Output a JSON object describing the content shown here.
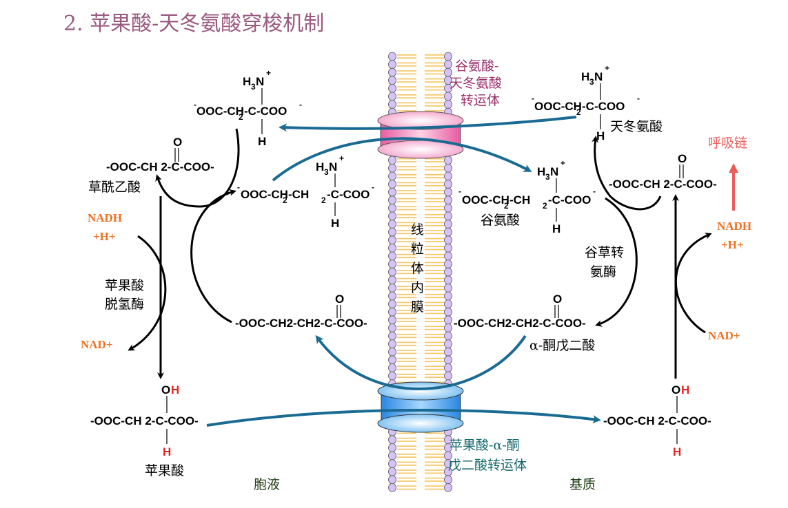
{
  "title": "2. 苹果酸-天冬氨酸穿梭机制",
  "colors": {
    "title": "#9a5a80",
    "transport_arrow": "#1a6b93",
    "nadh": "#f07020",
    "respiratory_chain": "#ee5a5a",
    "transporter_top_label": "#9a2f6a",
    "transporter_bottom_label": "#16696e",
    "lipid_head": "#d6c2f5",
    "lipid_tail": "#f7c86a",
    "transporter_top": "#f29bc6",
    "transporter_bottom": "#6ab8f0"
  },
  "membrane": {
    "label": [
      "线",
      "粒",
      "体",
      "内",
      "膜"
    ]
  },
  "transporters": {
    "top": {
      "label_lines": [
        "谷氨酸-",
        "天冬氨酸",
        "转运体"
      ]
    },
    "bottom": {
      "label_lines": [
        "苹果酸-α-酮",
        "戊二酸转运体"
      ]
    }
  },
  "compartments": {
    "cytosol": "胞液",
    "matrix": "基质"
  },
  "molecules": {
    "cyto_aspartate": {
      "top": "H3N+",
      "formula_left": "-OOC-CH2-",
      "formula_center": "C",
      "formula_right": "-COO-",
      "bottom": "H"
    },
    "cyto_oxaloacetate": {
      "top": "O",
      "formula": "-OOC-CH 2-C-COO-",
      "name": "草酰乙酸"
    },
    "cyto_glutamate": {
      "top": "H3N+",
      "formula": "-OOC-CH2-CH2-C-COO-",
      "bottom": "H"
    },
    "cyto_akg": {
      "top": "O",
      "formula": "-OOC-CH2-CH2-C-COO-"
    },
    "cyto_malate": {
      "top": "OH",
      "formula": "-OOC-CH 2-C-COO-",
      "bottom": "H",
      "name": "苹果酸"
    },
    "mat_aspartate": {
      "top": "H3N+",
      "formula": "-OOC-CH2-C-COO-",
      "bottom": "H",
      "name": "天冬氨酸"
    },
    "mat_oxaloacetate": {
      "top": "O",
      "formula": "-OOC-CH 2-C-COO-"
    },
    "mat_glutamate": {
      "top": "H3N+",
      "formula": "-OOC-CH2-CH2-C-COO-",
      "bottom": "H",
      "name": "谷氨酸"
    },
    "mat_akg": {
      "top": "O",
      "formula": "-OOC-CH2-CH2-C-COO-",
      "name": "α-酮戊二酸"
    },
    "mat_malate": {
      "top": "OH",
      "formula": "-OOC-CH 2-C-COO-",
      "bottom": "H"
    }
  },
  "enzymes": {
    "mdh_lines": [
      "苹果酸",
      "脱氢酶"
    ],
    "got_lines": [
      "谷草转",
      "氨酶"
    ]
  },
  "cofactors": {
    "cyto_nadh": [
      "NADH",
      "+H+"
    ],
    "cyto_nad": "NAD+",
    "mat_nadh": [
      "NADH",
      "+H+"
    ],
    "mat_nad": "NAD+",
    "resp_chain": "呼吸链"
  },
  "text": {
    "O": "O",
    "H": "H",
    "OH_O": "O",
    "OH_H": "H",
    "H3": "H",
    "three": "3",
    "N": "N",
    "plus": "+",
    "minus": "-",
    "two": "2",
    "OOC_CH": "OOC-CH",
    "C_COO": "-C-COO",
    "CH2": "-CH",
    "ooc": "OOC-CH",
    "NADH": "NADH",
    "Hplus": "+H",
    "NAD": "NAD"
  }
}
